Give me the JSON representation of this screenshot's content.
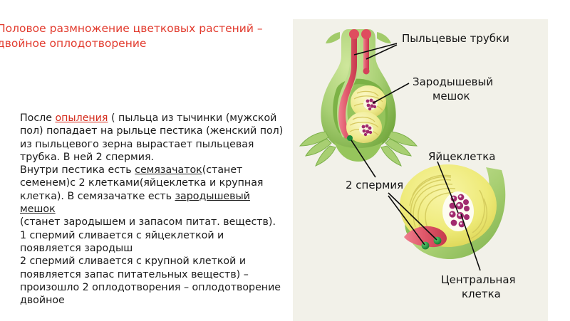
{
  "slide": {
    "title": "Половое размножение цветковых растений –\nдвойное оплодотворение",
    "title_color": "#e23b2e",
    "background_color": "#ffffff"
  },
  "body": {
    "paragraph_1": {
      "lead": "После ",
      "link": "опыления",
      "rest": " ( пыльца из тычинки (мужской пол) попадает на рыльце пестика (женский пол)  из пыльцевого зерна вырастает пыльцевая трубка. В ней 2 спермия."
    },
    "paragraph_2": {
      "lead": " Внутри пестика есть ",
      "term_1": "семязачаток",
      "mid": "(станет семенем)с 2 клетками(яйцеклетка и крупная клетка). В семязачатке есть ",
      "term_2": "зародышевый мешок"
    },
    "paragraph_3": "(станет зародышем и запасом питат. веществ).  1 спермий сливается с яйцеклеткой и появляется зародыш",
    "paragraph_4": "2 спермий сливается с крупной клеткой и появляется запас питательных веществ) – произошло 2 оплодотворения – оплодотворение двойное"
  },
  "figure": {
    "background_color": "#f2f1e9",
    "labels": {
      "pollen_tubes": "Пыльцевые трубки",
      "embryo_sac_line_1": "Зародышевый",
      "embryo_sac_line_2": "мешок",
      "two_sperm": "2 спермия",
      "egg_cell": "Яйцеклетка",
      "central_cell_line_1": "Центральная",
      "central_cell_line_2": "клетка"
    },
    "colors": {
      "pistil_green": "#a6cf70",
      "pistil_green_dark": "#6fa33c",
      "pollen_tube_pink": "#e0596b",
      "ovule_yellow": "#eee87a",
      "nucleus_magenta": "#a12a6e",
      "sperm_green": "#1f8c3a",
      "leader_line": "#0d0d0d",
      "label_text": "#141414"
    }
  }
}
